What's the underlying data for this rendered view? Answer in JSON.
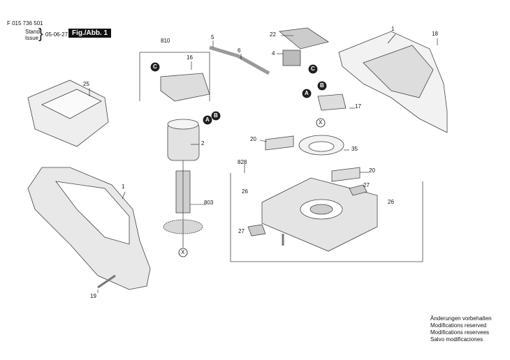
{
  "header": {
    "part_number": "F 015 736 501",
    "stand_label": "Stand",
    "issue_label": "Issue",
    "date": "05-06-27",
    "figure": "Fig./Abb. 1"
  },
  "callouts": [
    "1",
    "18",
    "22",
    "4",
    "5",
    "6",
    "810",
    "16",
    "C",
    "C",
    "A",
    "B",
    "A",
    "B",
    "17",
    "25",
    "2",
    "20",
    "20",
    "X",
    "X",
    "35",
    "828",
    "803",
    "1",
    "26",
    "26",
    "27",
    "27",
    "19"
  ],
  "notes": [
    "Änderungen vorbehalten",
    "Modifications reserved",
    "Modifications reservees",
    "Salvo modificaciones"
  ]
}
